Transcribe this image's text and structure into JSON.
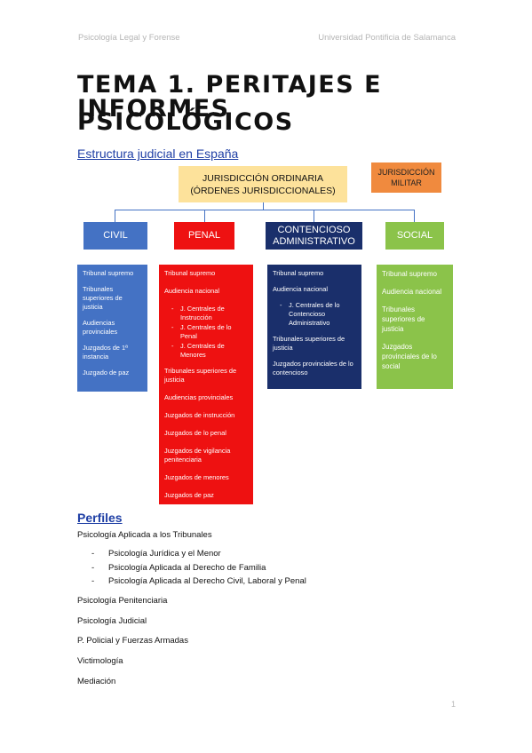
{
  "header": {
    "left": "Psicología Legal y Forense",
    "right": "Universidad Pontificia de Salamanca"
  },
  "title": {
    "line1": "TEMA 1. PERITAJES E INFORMES",
    "line2": "PSICOLÓGICOS"
  },
  "section_estructura": "Estructura judicial en España",
  "diagram": {
    "ordinaria": {
      "line1": "JURISDICCIÓN ORDINARIA",
      "line2": "(ÓRDENES JURISDICCIONALES)"
    },
    "militar": {
      "line1": "JURISDICCIÓN",
      "line2": "MILITAR"
    },
    "branches": {
      "civil": "CIVIL",
      "penal": "PENAL",
      "contencioso": {
        "line1": "CONTENCIOSO",
        "line2": "ADMINISTRATIVO"
      },
      "social": "SOCIAL"
    },
    "civil_courts": [
      "Tribunal supremo",
      "Tribunales superiores de justicia",
      "Audiencias provinciales",
      "Juzgados de 1ª instancia",
      "Juzgado de paz"
    ],
    "penal_courts": {
      "items_top": [
        "Tribunal supremo",
        "Audiencia nacional"
      ],
      "subitems": [
        "J. Centrales de Instrucción",
        "J. Centrales de lo Penal",
        "J. Centrales de Menores"
      ],
      "items_bottom": [
        "Tribunales superiores de justicia",
        "Audiencias provinciales",
        "Juzgados de instrucción",
        "Juzgados de lo penal",
        "Juzgados de vigilancia penitenciaria",
        "Juzgados de menores",
        "Juzgados de paz"
      ]
    },
    "contencioso_courts": {
      "items_top": [
        "Tribunal supremo",
        "Audiencia nacional"
      ],
      "subitems": [
        "J. Centrales de lo Contencioso Administrativo"
      ],
      "items_bottom": [
        "Tribunales superiores de justicia",
        "Juzgados provinciales de lo contencioso"
      ]
    },
    "social_courts": [
      "Tribunal supremo",
      "Audiencia nacional",
      "Tribunales superiores de justicia",
      "Juzgados provinciales de lo social"
    ]
  },
  "section_perfiles": "Perfiles",
  "perfiles": {
    "aplicada": "Psicología Aplicada a los Tribunales",
    "aplicada_items": [
      "Psicología Jurídica y el Menor",
      "Psicología Aplicada al Derecho de Familia",
      "Psicología Aplicada al Derecho Civil, Laboral y Penal"
    ],
    "penitenciaria": "Psicología Penitenciaria",
    "judicial": "Psicología Judicial",
    "policial": "P. Policial y Fuerzas Armadas",
    "victimologia": "Victimología",
    "mediacion": "Mediación"
  },
  "page_number": "1"
}
